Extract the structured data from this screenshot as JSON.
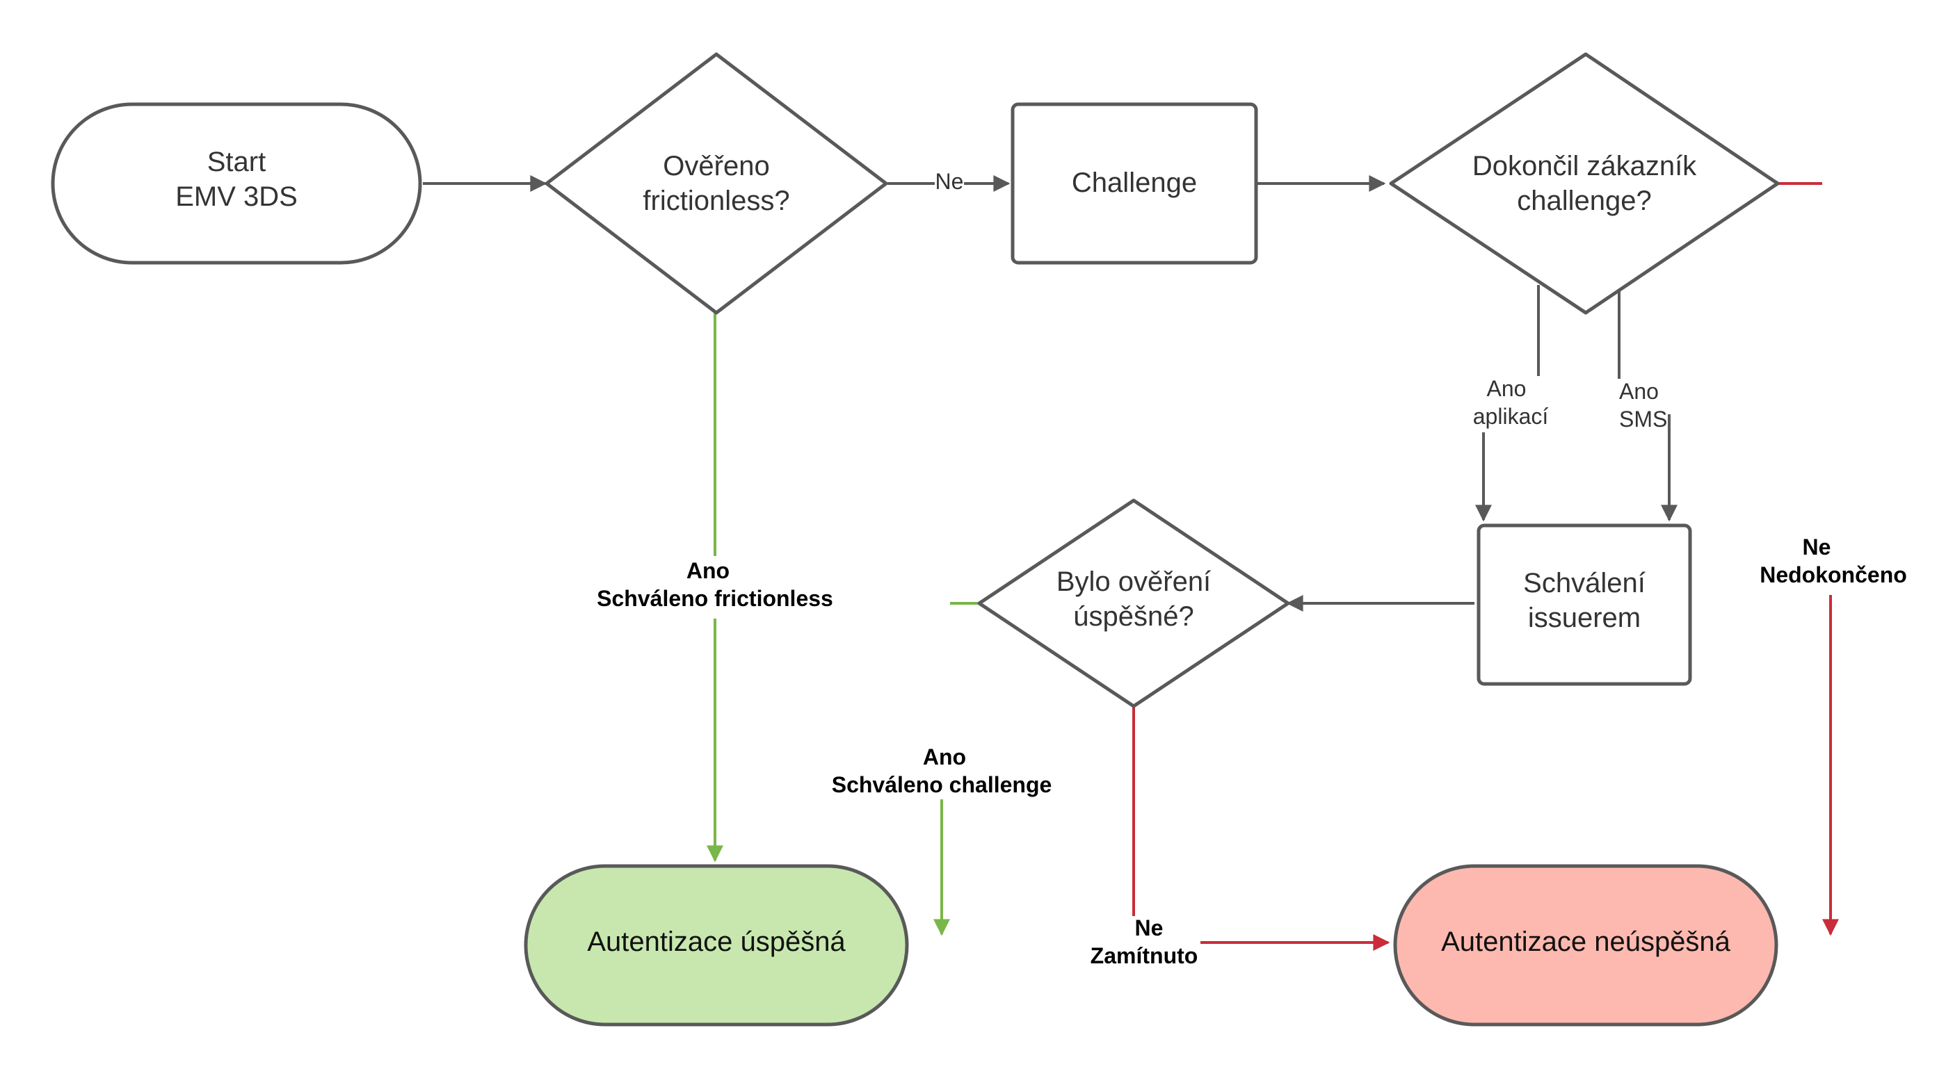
{
  "colors": {
    "stroke": "#595959",
    "text": "#333333",
    "success_fill": "#c7e7ae",
    "fail_fill": "#fdb9af",
    "green_line": "#7ab648",
    "red_line": "#c92d39"
  },
  "nodes": {
    "start": {
      "line1": "Start",
      "line2": "EMV 3DS"
    },
    "frictionless_check": {
      "line1": "Ověřeno",
      "line2": "frictionless?"
    },
    "challenge": {
      "label": "Challenge"
    },
    "challenge_done_check": {
      "line1": "Dokončil zákazník",
      "line2": "challenge?"
    },
    "issuer_approval": {
      "line1": "Schválení",
      "line2": "issuerem"
    },
    "verification_check": {
      "line1": "Bylo ověření",
      "line2": "úspěšné?"
    },
    "auth_success": {
      "label": "Autentizace úspěšná"
    },
    "auth_fail": {
      "label": "Autentizace neúspěšná"
    }
  },
  "edges": {
    "frictionless_no": {
      "label": "Ne"
    },
    "frictionless_yes": {
      "line1": "Ano",
      "line2": "Schváleno frictionless"
    },
    "challenge_app": {
      "line1": "Ano",
      "line2": "aplikací"
    },
    "challenge_sms": {
      "line1": "Ano",
      "line2": "SMS"
    },
    "challenge_not_done": {
      "line1": "Ne",
      "line2": "Nedokončeno"
    },
    "verification_yes": {
      "line1": "Ano",
      "line2": "Schváleno challenge"
    },
    "verification_no": {
      "line1": "Ne",
      "line2": "Zamítnuto"
    }
  }
}
